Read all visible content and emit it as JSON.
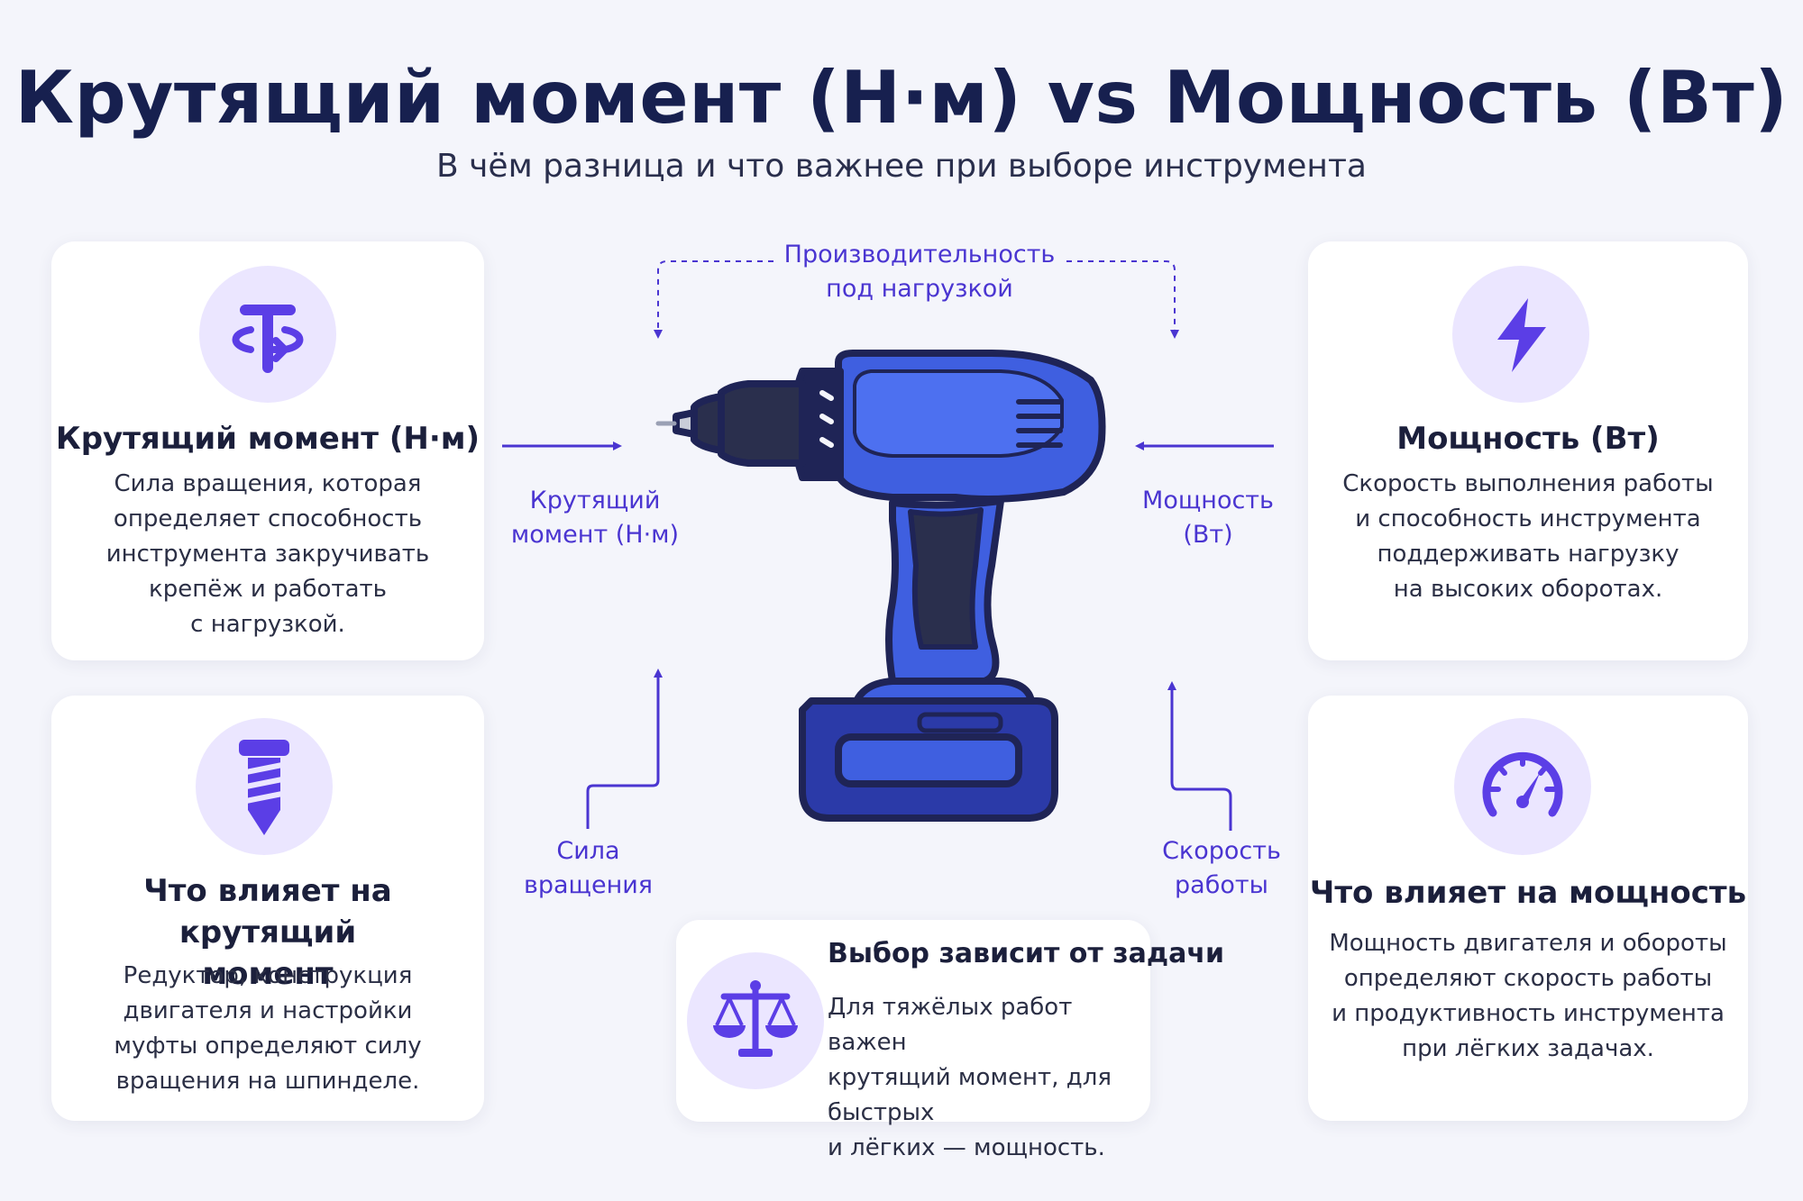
{
  "header": {
    "title": "Крутящий момент (Н·м) vs Мощность (Вт)",
    "subtitle": "В чём разница и что важнее при выборе инструмента"
  },
  "cards": {
    "torque": {
      "title": "Крутящий момент (Н·м)",
      "body": "Сила вращения, которая\nопределяет способность\nинструмента закручивать\nкрепёж и работать\nс нагрузкой.",
      "icon": "torque-rotation-icon"
    },
    "power": {
      "title": "Мощность (Вт)",
      "body": "Скорость выполнения работы\nи способность инструмента\nподдерживать нагрузку\nна высоких оборотах.",
      "icon": "lightning-bolt-icon"
    },
    "torque_factors": {
      "title": "Что влияет на крутящий\nмомент",
      "body": "Редуктор, конструкция\nдвигателя и настройки\nмуфты определяют силу\nвращения на шпинделе.",
      "icon": "screw-icon"
    },
    "power_factors": {
      "title": "Что влияет на мощность",
      "body": "Мощность двигателя и обороты\nопределяют скорость работы\nи продуктивность инструмента\nпри лёгких задачах.",
      "icon": "speedometer-icon"
    },
    "choice": {
      "title": "Выбор зависит от задачи",
      "body": "Для тяжёлых работ важен\nкрутящий момент, для быстрых\nи лёгких — мощность.",
      "icon": "scales-icon"
    }
  },
  "diagram": {
    "top_label": "Производительность\nпод нагрузкой",
    "left_label": "Крутящий\nмомент (Н·м)",
    "right_label": "Мощность\n(Вт)",
    "bottom_left_label": "Сила\nвращения",
    "bottom_right_label": "Скорость\nработы",
    "central_image": "cordless-drill-illustration"
  },
  "colors": {
    "accent": "#4a35d1",
    "icon_bg": "#ebe6ff",
    "title": "#17204f",
    "drill_blue": "#3f5fe0",
    "drill_dark": "#1f2456"
  }
}
